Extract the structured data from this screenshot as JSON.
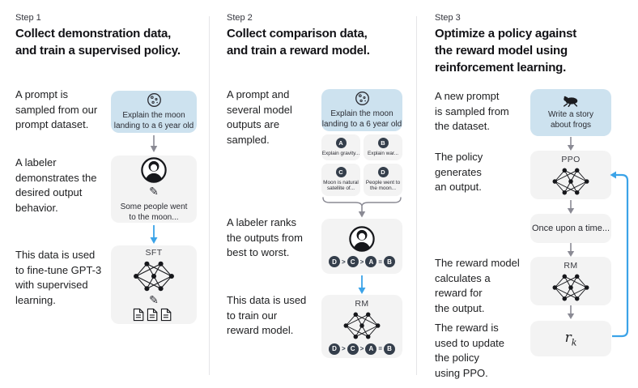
{
  "colors": {
    "prompt_box_bg": "#cde2ef",
    "model_box_bg": "#f3f3f3",
    "accent_blue_arrow": "#3ba3e8",
    "gray_arrow": "#8a8a94",
    "chip_bg": "#343e4b",
    "text": "#1f2023"
  },
  "icons": {
    "pencil": "✎",
    "moon": "moon-icon",
    "frog": "frog-icon",
    "labeler": "labeler-avatar-icon",
    "network": "neural-network-icon",
    "documents": "documents-icon"
  },
  "step1": {
    "label": "Step 1",
    "title": "Collect demonstration data,\nand train a supervised policy.",
    "captions": [
      "A prompt is\nsampled from our\nprompt dataset.",
      "A labeler\ndemonstrates the\ndesired output\nbehavior.",
      "This data is used\nto fine-tune GPT-3\nwith supervised\nlearning."
    ],
    "prompt_box": {
      "text": "Explain the moon\nlanding to a 6 year old"
    },
    "labeler_box": {
      "text": "Some people went\nto the moon..."
    },
    "sft_box": {
      "label": "SFT"
    }
  },
  "step2": {
    "label": "Step 2",
    "title": "Collect comparison data,\nand train a reward model.",
    "captions": [
      "A prompt and\nseveral model\noutputs are\nsampled.",
      "A labeler ranks\nthe outputs from\nbest to worst.",
      "This data is used\nto train our\nreward model."
    ],
    "prompt_box": {
      "text": "Explain the moon\nlanding to a 6 year old"
    },
    "outputs": [
      {
        "id": "A",
        "text": "Explain gravity..."
      },
      {
        "id": "B",
        "text": "Explain war..."
      },
      {
        "id": "C",
        "text": "Moon is natural\nsatellite of..."
      },
      {
        "id": "D",
        "text": "People went to\nthe moon..."
      }
    ],
    "ranking": [
      "D",
      ">",
      "C",
      ">",
      "A",
      "=",
      "B"
    ],
    "rm_box": {
      "label": "RM"
    }
  },
  "step3": {
    "label": "Step 3",
    "title": "Optimize a policy against\nthe reward model using\nreinforcement learning.",
    "captions": [
      "A new prompt\nis sampled from\nthe dataset.",
      "The policy\ngenerates\nan output.",
      "The reward model\ncalculates a\nreward for\nthe output.",
      "The reward is\nused to update\nthe policy\nusing PPO."
    ],
    "prompt_box": {
      "text": "Write a story\nabout frogs"
    },
    "ppo_box": {
      "label": "PPO"
    },
    "output_box": {
      "text": "Once upon a time..."
    },
    "rm_box": {
      "label": "RM"
    },
    "reward_box": {
      "base": "r",
      "sub": "k"
    }
  }
}
